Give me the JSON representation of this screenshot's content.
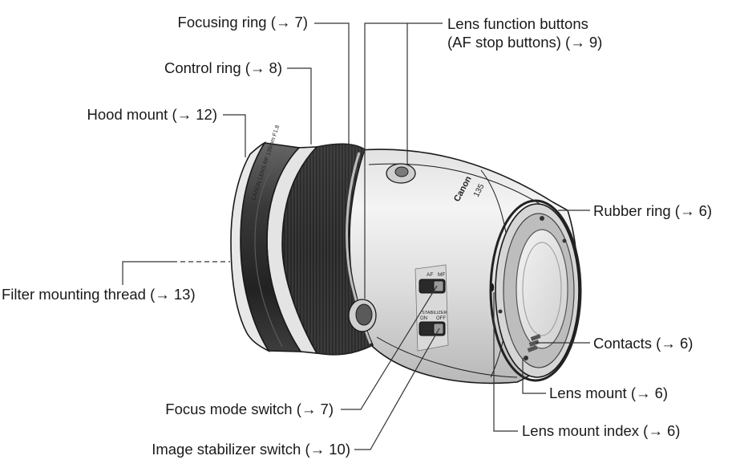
{
  "labels": {
    "focusing_ring": "Focusing ring (→ 7)",
    "control_ring": "Control ring (→ 8)",
    "hood_mount": "Hood mount (→ 12)",
    "filter_thread": "Filter mounting thread (→ 13)",
    "lens_function_1": "Lens function buttons",
    "lens_function_2": "(AF stop buttons) (→ 9)",
    "rubber_ring": "Rubber ring (→ 6)",
    "contacts": "Contacts (→ 6)",
    "lens_mount": "Lens mount (→ 6)",
    "lens_mount_index": "Lens mount index (→ 6)",
    "focus_mode_switch": "Focus mode switch (→ 7)",
    "is_switch": "Image stabilizer switch (→ 10)"
  },
  "lens_markings": {
    "brand": "Canon",
    "focal": "135",
    "front_ring": "CANON LENS RF 135mm F1.8",
    "af": "AF",
    "mf": "MF",
    "stabilizer": "STABILIZER",
    "on": "ON",
    "off": "OFF"
  }
}
